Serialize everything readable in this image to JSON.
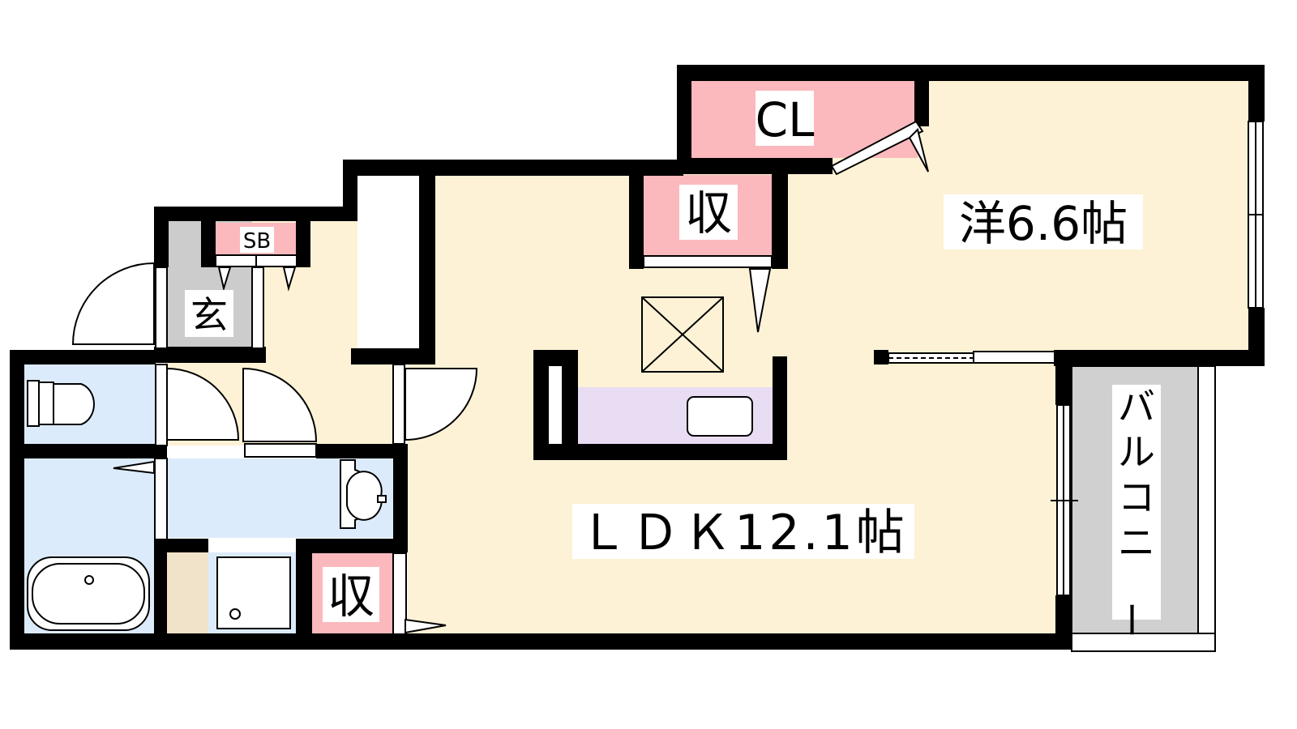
{
  "floorplan": {
    "rooms": {
      "closet": "CL",
      "western_room": "洋6.6帖",
      "storage_upper": "収",
      "shoe_box": "SB",
      "entrance": "玄",
      "ldk": "ＬＤＫ12.1帖",
      "storage_lower": "収",
      "balcony": "バルコニー"
    },
    "colors": {
      "wall": "#000000",
      "floor_living": "#fdf2d5",
      "floor_wet": "#dcebfb",
      "closet": "#fbb9bd",
      "entrance": "#cccccc",
      "kitchen": "#e9ddf4",
      "balcony": "#d0d0d0",
      "washer_space": "#f1e3c9"
    }
  }
}
